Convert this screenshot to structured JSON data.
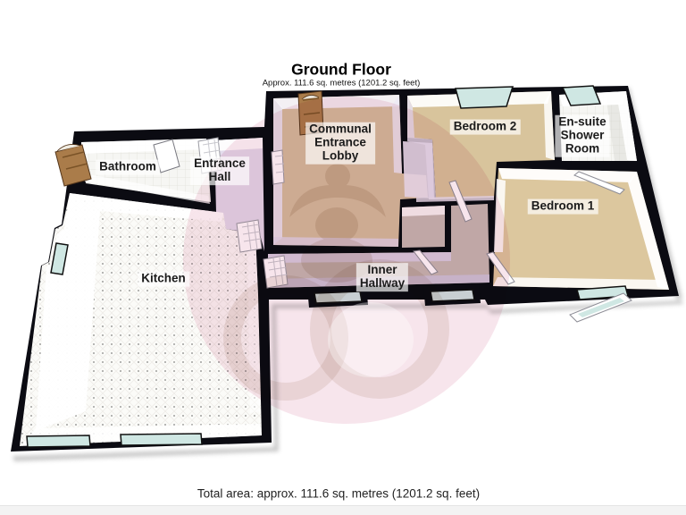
{
  "title": {
    "text": "Ground Floor",
    "area_line": "Approx. 111.6 sq. metres (1201.2 sq. feet)"
  },
  "footer": {
    "text": "Total area: approx. 111.6 sq. metres (1201.2 sq. feet)"
  },
  "rooms": {
    "bathroom": {
      "label": "Bathroom",
      "floor_color": "#f6f6f3"
    },
    "entrance_hall": {
      "label": "Entrance\nHall",
      "floor_color": "#e3dcec"
    },
    "lobby": {
      "label": "Communal\nEntrance\nLobby",
      "floor_color": "#d4bf9e"
    },
    "bedroom2": {
      "label": "Bedroom 2",
      "floor_color": "#d8c49c"
    },
    "ensuite": {
      "label": "En-suite\nShower\nRoom",
      "floor_color": "#efeeea"
    },
    "bedroom1": {
      "label": "Bedroom 1",
      "floor_color": "#dcc79e"
    },
    "kitchen": {
      "label": "Kitchen",
      "floor_color": "#fbfbf8"
    },
    "inner_hallway": {
      "label": "Inner\nHallway",
      "floor_color": "#c6bab4"
    }
  },
  "palette": {
    "wall": "#0b0b12",
    "window": "#cfe7e3",
    "door_wood": "#aa7c4a",
    "door_leaf": "#ffffff"
  },
  "watermark": {
    "circle": "#f0cbd9",
    "figure": "#b59a84",
    "ring": "#ffffff"
  }
}
